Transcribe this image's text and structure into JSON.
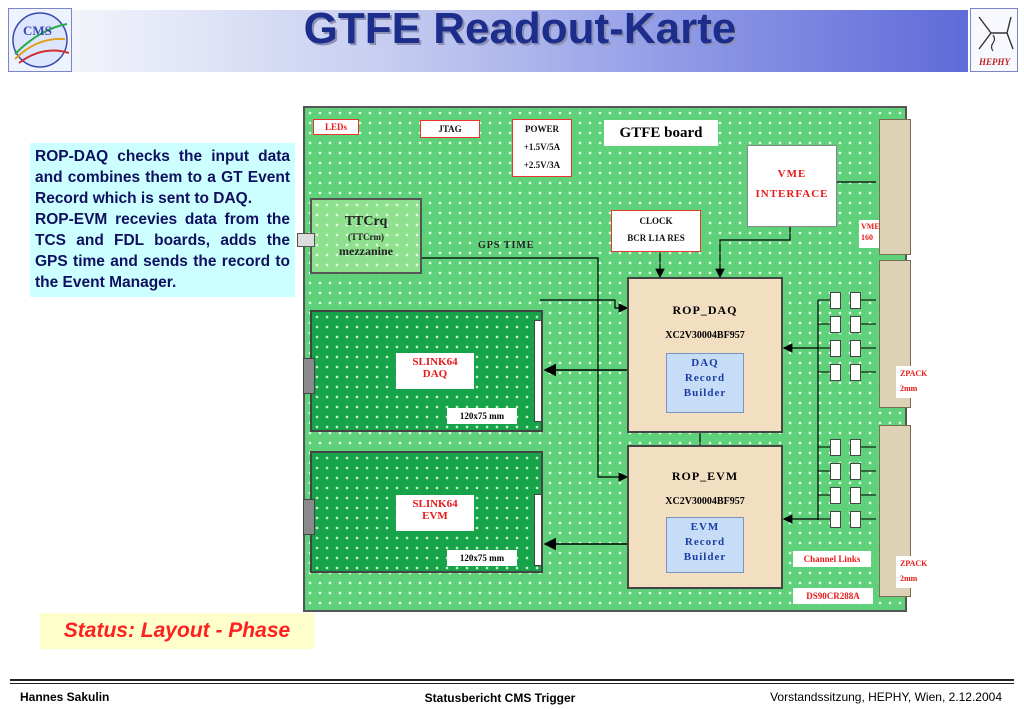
{
  "header": {
    "title": "GTFE Readout-Karte",
    "cms_logo_text": "CMS",
    "hephy_logo_text": "HEPHY"
  },
  "description": {
    "para1": "ROP-DAQ checks the input data and combines them to a GT Event Record which is sent to DAQ.",
    "para2": "ROP-EVM recevies data from the TCS and FDL boards, adds the GPS time and sends the record to the Event Manager."
  },
  "status": {
    "text": "Status: Layout - Phase"
  },
  "footer": {
    "left": "Hannes Sakulin",
    "center": "Statusbericht CMS Trigger",
    "right": "Vorstandssitzung, HEPHY, Wien, 2.12.2004"
  },
  "board": {
    "title": "GTFE board",
    "leds": "LEDs",
    "jtag": "JTAG",
    "power": [
      "POWER",
      "+1.5V/5A",
      "+2.5V/3A"
    ],
    "vme_interface": [
      "VME",
      "INTERFACE"
    ],
    "clock": [
      "CLOCK",
      "BCR L1A RES"
    ],
    "vme160": [
      "VME",
      "160"
    ],
    "ttcrq": [
      "TTCrq",
      "(TTCrm)",
      "mezzanine"
    ],
    "gps_time": "GPS TIME",
    "rop_daq": {
      "name": "ROP_DAQ",
      "chip": "XC2V30004BF957",
      "builder": [
        "DAQ",
        "Record",
        "Builder"
      ]
    },
    "rop_evm": {
      "name": "ROP_EVM",
      "chip": "XC2V30004BF957",
      "builder": [
        "EVM",
        "Record",
        "Builder"
      ]
    },
    "slink_daq": [
      "SLINK64",
      "DAQ"
    ],
    "slink_evm": [
      "SLINK64",
      "EVM"
    ],
    "size_label": "120x75 mm",
    "zpack_top": [
      "ZPACK",
      "2mm"
    ],
    "zpack_bottom": [
      "ZPACK",
      "2mm"
    ],
    "channel_links": "Channel Links",
    "ds90": "DS90CR288A"
  },
  "colors": {
    "board_green": "#5fd17a",
    "mezzanine_green": "#16a34a",
    "fpga_tan": "#f2dfc1",
    "builder_blue": "#c6dcf7",
    "label_red": "#e8382e",
    "title_blue": "#1c2d8c",
    "status_red": "#ff2020"
  }
}
